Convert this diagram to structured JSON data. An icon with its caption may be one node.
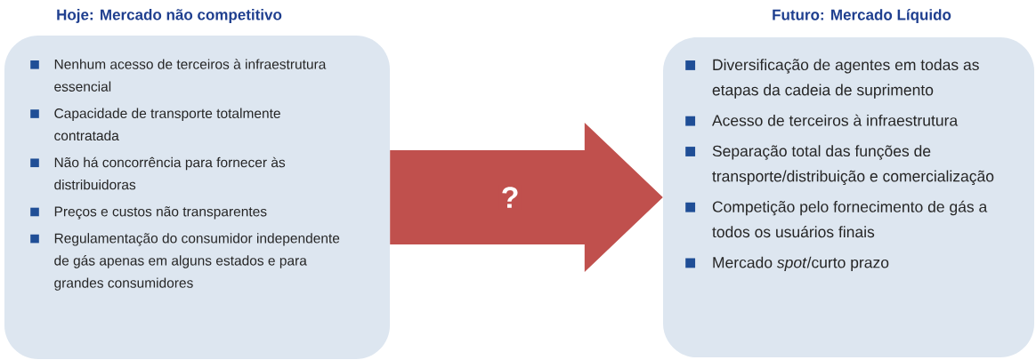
{
  "diagram": {
    "nodes": [
      {
        "text": [
          "Hoje: Mercado não competitivo",
          "Nenhum acesso de terceiros à infraestrutura essencial",
          "Capacidade de transporte totalmente contratada",
          "Não há concorrência para fornecer às distribuidoras",
          "Preços e custos não transparentes",
          "Regulamentação do consumidor independente de gás apenas em alguns estados e para grandes consumidores"
        ]
      },
      {
        "text": [
          "Futuro: Mercado Líquido",
          "Diversificação de agentes em todas as etapas da cadeia de suprimento",
          "Acesso de terceiros à infraestrutura",
          "Separação total das funções de transporte/distribuição e comercialização",
          "Competição pelo fornecimento de gás a todos os usuários finais",
          "Mercado *spot*/curto prazo"
        ]
      }
    ],
    "edges": [
      {
        "from": 0,
        "to": 1,
        "arrow": "to",
        "label": "?"
      }
    ]
  }
}
